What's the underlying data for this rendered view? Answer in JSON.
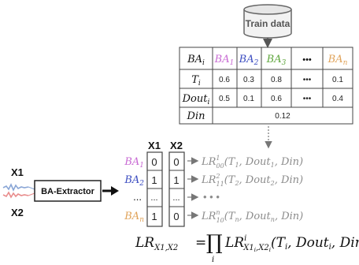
{
  "colors": {
    "ba1": "#c86ad3",
    "ba2": "#3b4cc0",
    "ba3": "#5fa63d",
    "ban": "#e0a35a",
    "gray_text": "#7f7f7f",
    "dark": "#222222",
    "lr_gray": "#8c8c8c",
    "signal_blue": "#8aa6d6",
    "signal_red": "#e88c8c"
  },
  "icons": {
    "database": "database-icon",
    "arrow_down": "arrow-down-icon",
    "arrow_right": "arrow-right-icon",
    "dotted_arrow": "dotted-arrow-down-icon"
  },
  "train": {
    "label": "Train data"
  },
  "table": {
    "header_label": {
      "base": "BA",
      "sub": "i"
    },
    "columns": [
      {
        "base": "BA",
        "sub": "1",
        "color_key": "ba1"
      },
      {
        "base": "BA",
        "sub": "2",
        "color_key": "ba2"
      },
      {
        "base": "BA",
        "sub": "3",
        "color_key": "ba3"
      },
      {
        "base": "•••",
        "sub": "",
        "color_key": "dark"
      },
      {
        "base": "BA",
        "sub": "n",
        "color_key": "ban"
      }
    ],
    "rows": [
      {
        "base": "T",
        "sub": "i",
        "values": [
          "0.6",
          "0.3",
          "0.8",
          "•••",
          "0.1"
        ]
      },
      {
        "base": "Dout",
        "sub": "i",
        "values": [
          "0.5",
          "0.1",
          "0.6",
          "•••",
          "0.4"
        ]
      }
    ],
    "din_row": {
      "label": "Din",
      "value": "0.12"
    }
  },
  "inputs": {
    "x1": "X1",
    "x2": "X2"
  },
  "extractor": {
    "label": "BA-Extractor"
  },
  "matrix": {
    "headers": [
      "X1",
      "X2"
    ],
    "rows": [
      {
        "label": {
          "base": "BA",
          "sub": "1"
        },
        "color_key": "ba1",
        "x1": "0",
        "x2": "0",
        "lr": {
          "base": "LR",
          "sub": "00",
          "sup": "1",
          "args": "(T",
          "a1": "1",
          "mid": ", Dout",
          "a2": "1",
          "end": ", Din)"
        }
      },
      {
        "label": {
          "base": "BA",
          "sub": "2"
        },
        "color_key": "ba2",
        "x1": "1",
        "x2": "1",
        "lr": {
          "base": "LR",
          "sub": "11",
          "sup": "2",
          "args": "(T",
          "a1": "2",
          "mid": ", Dout",
          "a2": "2",
          "end": ", Din)"
        }
      },
      {
        "label": {
          "base": "...",
          "sub": ""
        },
        "color_key": "dark",
        "x1": "...",
        "x2": "...",
        "lr": {
          "base": "• • •",
          "sub": "",
          "sup": "",
          "args": "",
          "a1": "",
          "mid": "",
          "a2": "",
          "end": ""
        }
      },
      {
        "label": {
          "base": "BA",
          "sub": "n"
        },
        "color_key": "ban",
        "x1": "1",
        "x2": "0",
        "lr": {
          "base": "LR",
          "sub": "10",
          "sup": "n",
          "args": "(T",
          "a1": "n",
          "mid": ", Dout",
          "a2": "n",
          "end": ", Din)"
        }
      }
    ]
  },
  "formula": {
    "lhs": "LR",
    "lhs_sub": "X1,X2",
    "eq": "=",
    "prod": "∏",
    "prod_sub": "i",
    "rhs": "LR",
    "rhs_sup": "i",
    "rhs_sub": "X1",
    "rhs_sub_i1": "i",
    "rhs_sub_mid": ",X2",
    "rhs_sub_i2": "i",
    "rhs_args_a": "(T",
    "rhs_args_b": "i",
    "rhs_args_c": ", Dout",
    "rhs_args_d": "i",
    "rhs_args_e": ", Din)"
  }
}
